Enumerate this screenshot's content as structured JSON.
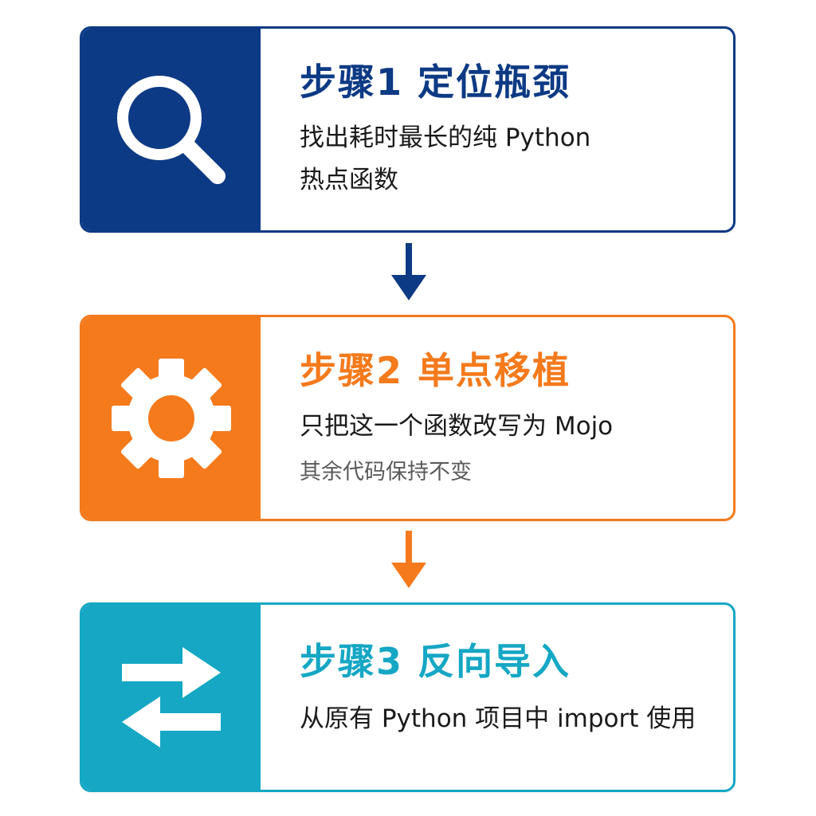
{
  "steps": [
    {
      "title": "步骤1 定位瓶颈",
      "lines": [
        "找出耗时最长的纯 Python",
        "热点函数"
      ],
      "icon": "search-icon",
      "color": "#0d3a84"
    },
    {
      "title": "步骤2 单点移植",
      "lines": [
        "只把这一个函数改写为 Mojo",
        "其余代码保持不变"
      ],
      "icon": "gear-icon",
      "color": "#f47a1c"
    },
    {
      "title": "步骤3 反向导入",
      "lines": [
        "从原有 Python 项目中 import 使用"
      ],
      "icon": "swap-arrows-icon",
      "color": "#15a7c4"
    }
  ],
  "connectors": [
    {
      "icon": "arrow-down-icon",
      "color": "#0d3a84"
    },
    {
      "icon": "arrow-down-icon",
      "color": "#f47a1c"
    }
  ]
}
